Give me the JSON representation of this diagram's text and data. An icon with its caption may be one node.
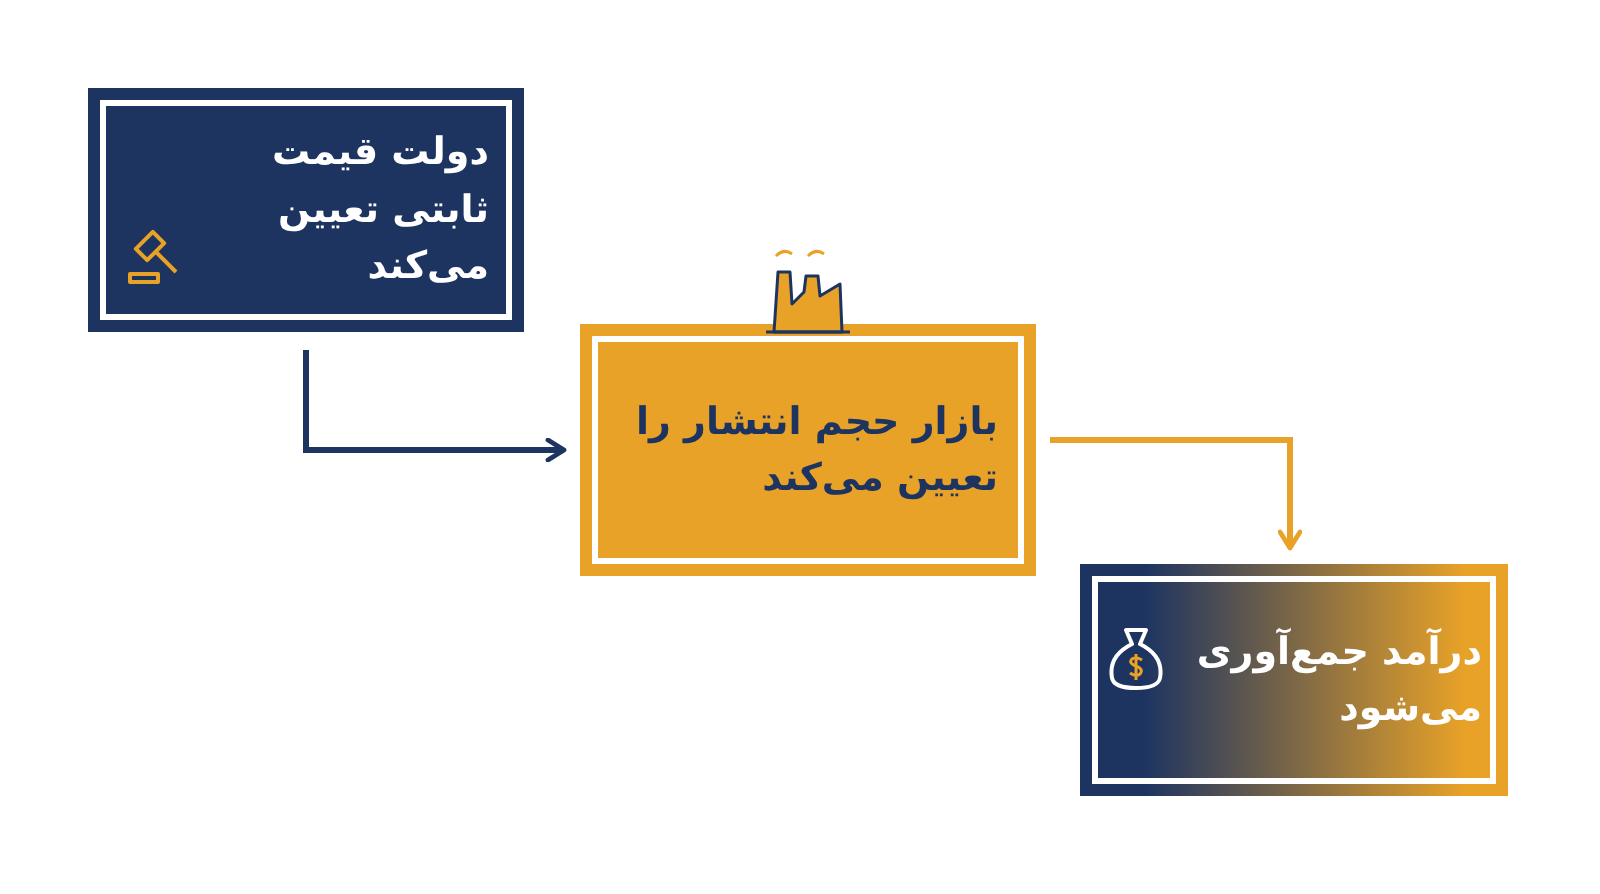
{
  "diagram": {
    "nodes": [
      {
        "text": [
          "دولت قیمت ثابتی تعیین می‌کند"
        ]
      },
      {
        "text": [
          "بازار حجم انتشار را تعیین می‌کند"
        ]
      },
      {
        "text": [
          "درآمد جمع‌آوری می‌شود"
        ]
      }
    ],
    "edges": [
      {
        "from": 0,
        "to": 1,
        "arrow": "to",
        "color": "#1d3461"
      },
      {
        "from": 1,
        "to": 2,
        "arrow": "to",
        "color": "#e8a228"
      }
    ]
  }
}
